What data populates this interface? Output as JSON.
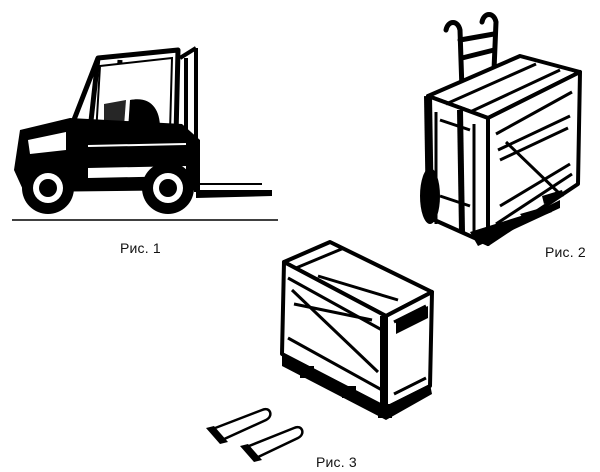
{
  "figures": [
    {
      "caption": "Рис. 1",
      "depicts": "forklift-truck"
    },
    {
      "caption": "Рис. 2",
      "depicts": "crated-unit-on-hand-truck"
    },
    {
      "caption": "Рис. 3",
      "depicts": "crated-unit-on-pallet-with-forks"
    }
  ],
  "colors": {
    "ink": "#000000",
    "paper": "#ffffff"
  }
}
